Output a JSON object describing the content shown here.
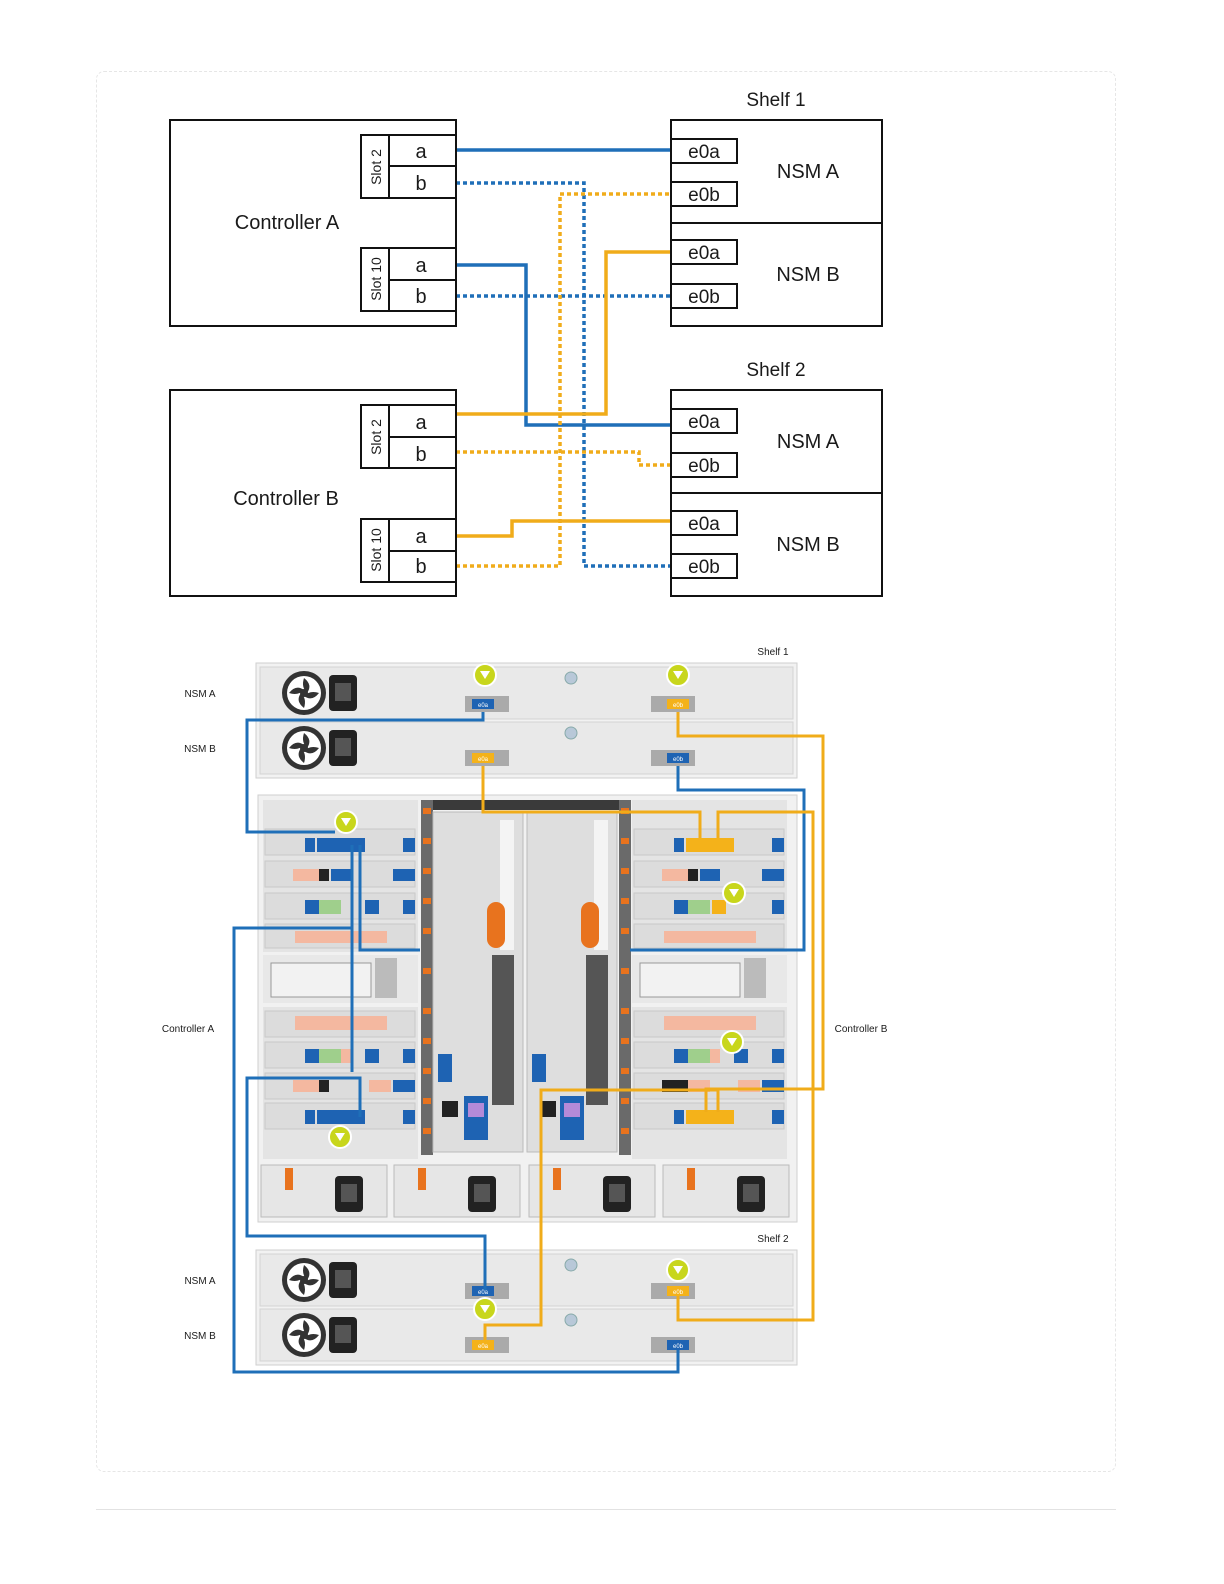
{
  "logical": {
    "shelf1_title": "Shelf 1",
    "shelf2_title": "Shelf 2",
    "controller_a": "Controller A",
    "controller_b": "Controller B",
    "slot2": "Slot 2",
    "slot10": "Slot 10",
    "port_a": "a",
    "port_b": "b",
    "nsm_a": "NSM A",
    "nsm_b": "NSM B",
    "e0a": "e0a",
    "e0b": "e0b"
  },
  "physical": {
    "shelf1_title": "Shelf 1",
    "shelf2_title": "Shelf 2",
    "nsm_a": "NSM A",
    "nsm_b": "NSM B",
    "controller_a": "Controller A",
    "controller_b": "Controller B",
    "port_e0a": "e0a",
    "port_e0b": "e0b"
  },
  "colors": {
    "cable_blue": "#1f6fb8",
    "cable_orange": "#f0ac1a",
    "port_blue": "#1e63b3",
    "port_orange": "#f4b21a",
    "highlight_green": "#c8d61c",
    "chassis": "#e6e6e6",
    "lever_orange": "#e8731e"
  },
  "icons": [
    "fan-icon",
    "power-inlet-icon",
    "port-highlight-icon",
    "release-lever-icon"
  ]
}
